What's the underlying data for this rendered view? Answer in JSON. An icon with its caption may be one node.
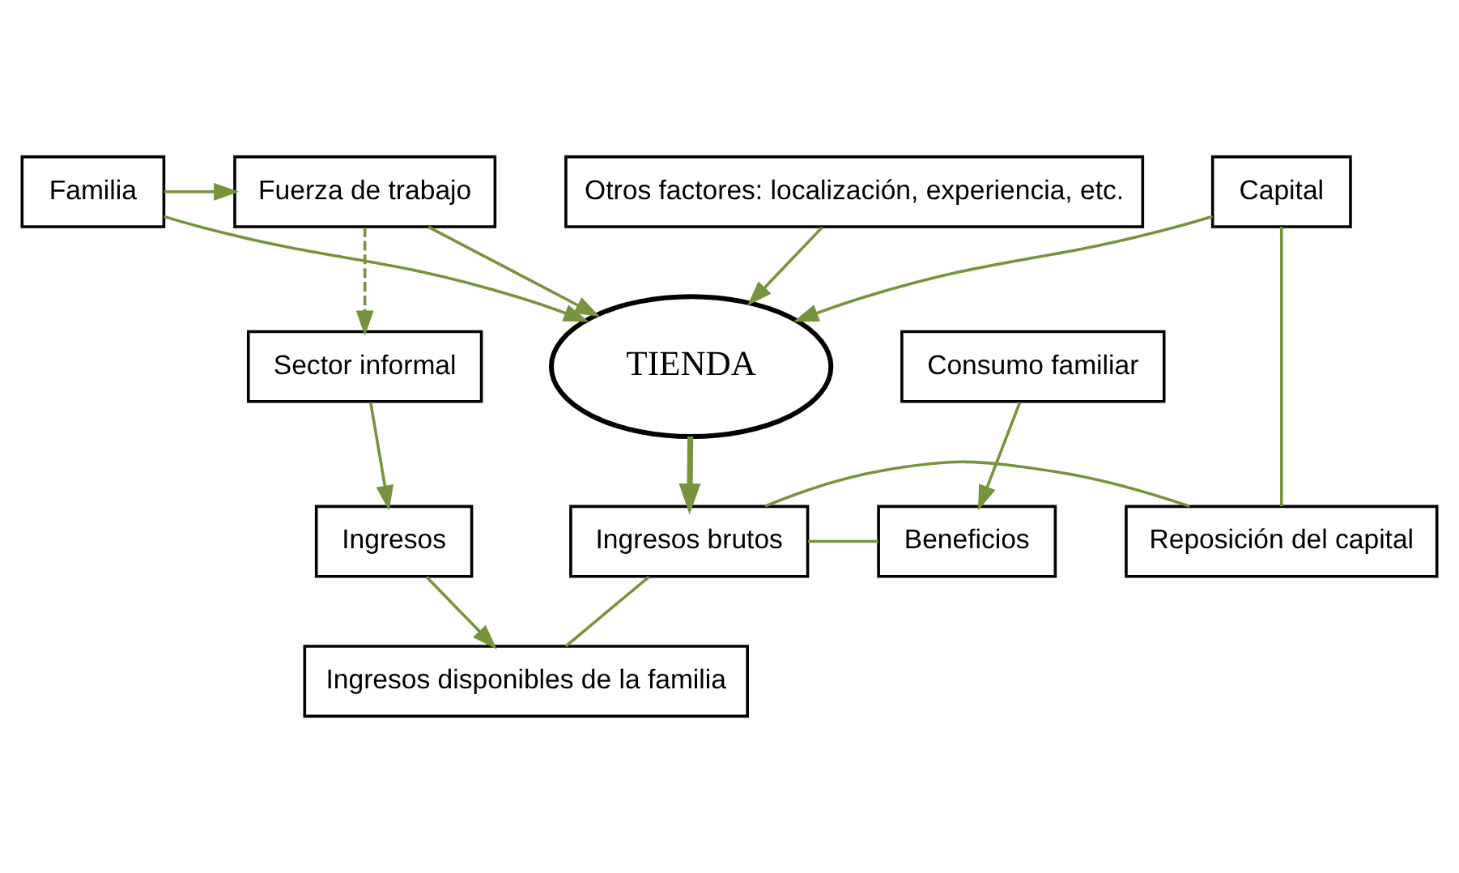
{
  "diagram": {
    "nodes": [
      {
        "text": [
          "Familia"
        ]
      },
      {
        "text": [
          "Fuerza de trabajo"
        ]
      },
      {
        "text": [
          "Capital"
        ]
      },
      {
        "text": [
          "Otros factores: localización, experiencia, etc."
        ]
      },
      {
        "text": [
          "TIENDA"
        ]
      },
      {
        "text": [
          "Consumo familiar"
        ]
      },
      {
        "text": [
          "Sector informal"
        ]
      },
      {
        "text": [
          "Beneficios"
        ]
      },
      {
        "text": [
          "Ingresos brutos"
        ]
      },
      {
        "text": [
          "Reposición del capital"
        ]
      },
      {
        "text": [
          "Ingresos"
        ]
      },
      {
        "text": [
          "Ingresos disponibles de la familia"
        ]
      }
    ],
    "edges": [
      {
        "from": 0,
        "to": 1,
        "arrow": "to"
      },
      {
        "from": 0,
        "to": 4,
        "arrow": "to"
      },
      {
        "from": 1,
        "to": 4,
        "arrow": "to"
      },
      {
        "from": 1,
        "to": 6,
        "arrow": "to",
        "style": "dashed"
      },
      {
        "from": 2,
        "to": 4,
        "arrow": "to"
      },
      {
        "from": 3,
        "to": 4,
        "arrow": "to"
      },
      {
        "from": 2,
        "to": 9,
        "arrow": "none"
      },
      {
        "from": 4,
        "to": 8,
        "arrow": "to",
        "style": "thick"
      },
      {
        "from": 5,
        "to": 7,
        "arrow": "to"
      },
      {
        "from": 8,
        "to": 7,
        "arrow": "none"
      },
      {
        "from": 8,
        "to": 9,
        "arrow": "none"
      },
      {
        "from": 8,
        "to": 11,
        "arrow": "none"
      },
      {
        "from": 6,
        "to": 10,
        "arrow": "to"
      },
      {
        "from": 10,
        "to": 11,
        "arrow": "to"
      }
    ]
  }
}
